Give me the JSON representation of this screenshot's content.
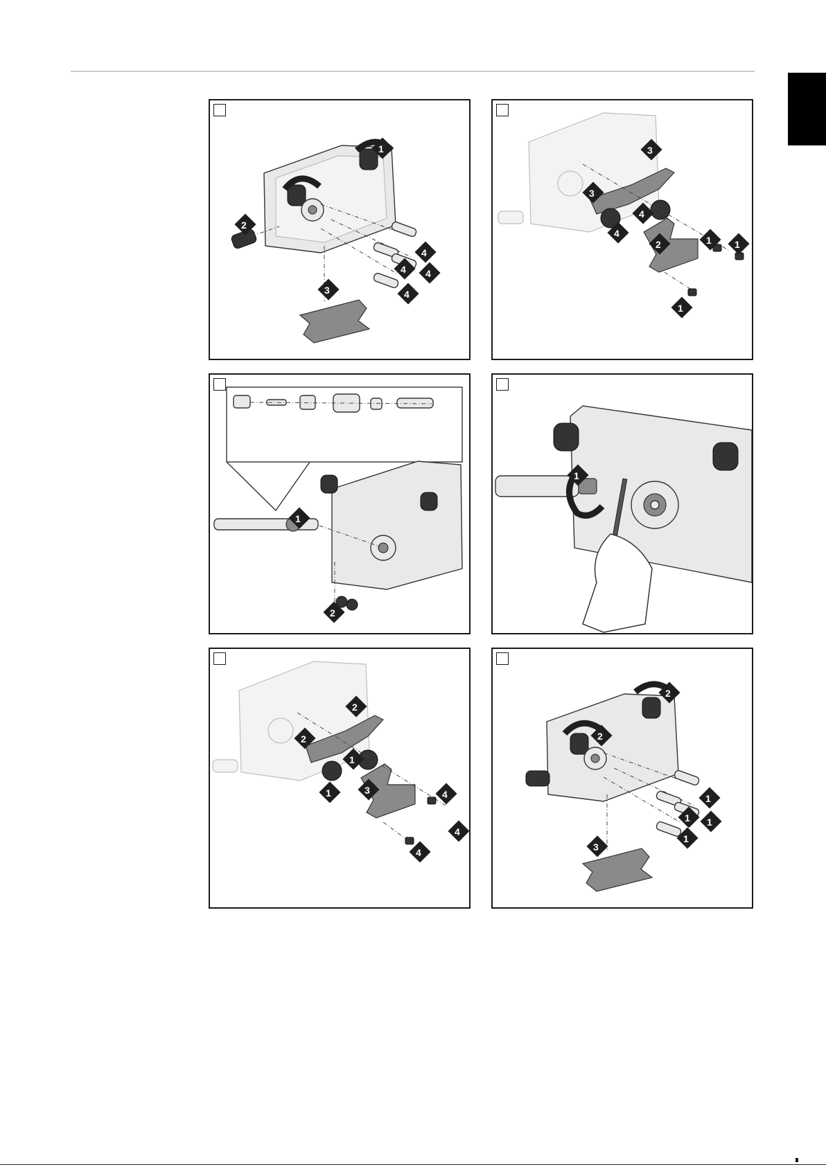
{
  "page": {
    "panels": [
      {
        "id": "p1",
        "callouts": [
          "1",
          "2",
          "3",
          "4",
          "4",
          "4",
          "4"
        ]
      },
      {
        "id": "p2",
        "callouts": [
          "1",
          "1",
          "1",
          "2",
          "3",
          "3",
          "4",
          "4"
        ]
      },
      {
        "id": "p3",
        "callouts": [
          "1",
          "2"
        ]
      },
      {
        "id": "p4",
        "callouts": [
          "1"
        ]
      },
      {
        "id": "p5",
        "callouts": [
          "1",
          "1",
          "2",
          "2",
          "3",
          "4",
          "4",
          "4"
        ]
      },
      {
        "id": "p6",
        "callouts": [
          "1",
          "1",
          "1",
          "1",
          "2",
          "2",
          "3"
        ]
      }
    ]
  }
}
